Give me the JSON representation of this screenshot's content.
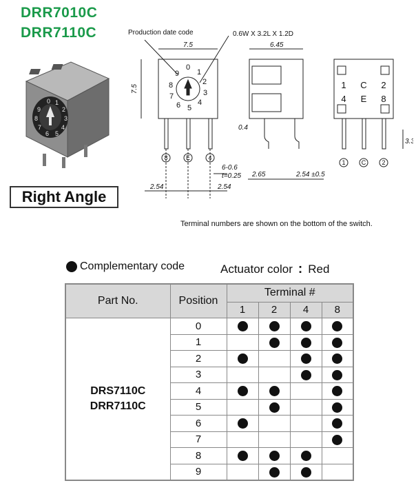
{
  "part_numbers": [
    "DRR7010C",
    "DRR7110C"
  ],
  "orientation_label": "Right Angle",
  "drawing": {
    "callout_production_date": "Production date code",
    "callout_window": "0.6W X 3.2L X 1.2D",
    "dim_width": "7.5",
    "dim_height": "7.5",
    "dim_depth": "6.45",
    "dim_pitch_left": "2.54",
    "dim_pitch_right": "2.54",
    "dim_pin_w": "6-0.6",
    "dim_pin_t": "t=0.25",
    "dim_offset": "2.65",
    "dim_pitch_tol": "2.54 ±0.5",
    "dim_small": "0.4",
    "dim_pin_len": "3.3",
    "dial_digits": [
      "0",
      "1",
      "2",
      "3",
      "4",
      "5",
      "6",
      "7",
      "8",
      "9"
    ],
    "front_terminals": [
      "8",
      "E",
      "4"
    ],
    "back_labels_top": [
      "1",
      "C",
      "2"
    ],
    "back_labels_bottom": [
      "4",
      "E",
      "8"
    ],
    "back_terminals": [
      "1",
      "C",
      "2"
    ]
  },
  "terminal_note": "Terminal numbers are shown on the bottom of the switch.",
  "legend_text": "Complementary code",
  "actuator": {
    "label": "Actuator color",
    "colon": ":",
    "value": "Red"
  },
  "table": {
    "col_part": "Part No.",
    "col_position": "Position",
    "col_terminal": "Terminal #",
    "terminals": [
      "1",
      "2",
      "4",
      "8"
    ],
    "part_lines": [
      "DRS7110C",
      "DRR7110C"
    ],
    "rows": [
      {
        "position": "0",
        "dots": [
          true,
          true,
          true,
          true
        ]
      },
      {
        "position": "1",
        "dots": [
          false,
          true,
          true,
          true
        ]
      },
      {
        "position": "2",
        "dots": [
          true,
          false,
          true,
          true
        ]
      },
      {
        "position": "3",
        "dots": [
          false,
          false,
          true,
          true
        ]
      },
      {
        "position": "4",
        "dots": [
          true,
          true,
          false,
          true
        ]
      },
      {
        "position": "5",
        "dots": [
          false,
          true,
          false,
          true
        ]
      },
      {
        "position": "6",
        "dots": [
          true,
          false,
          false,
          true
        ]
      },
      {
        "position": "7",
        "dots": [
          false,
          false,
          false,
          true
        ]
      },
      {
        "position": "8",
        "dots": [
          true,
          true,
          true,
          false
        ]
      },
      {
        "position": "9",
        "dots": [
          false,
          true,
          true,
          false
        ]
      }
    ]
  }
}
